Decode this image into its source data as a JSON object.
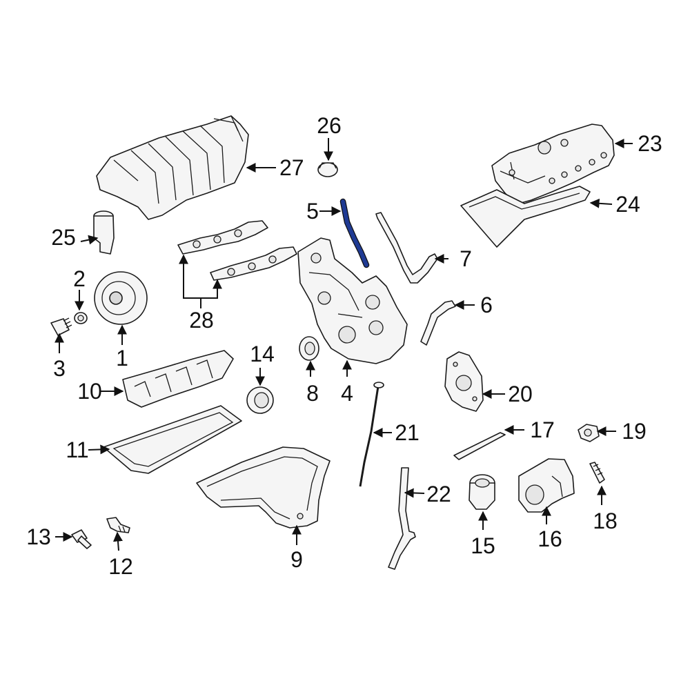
{
  "diagram": {
    "highlighted_part": "5",
    "callouts": {
      "c1": "1",
      "c2": "2",
      "c3": "3",
      "c4": "4",
      "c5": "5",
      "c6": "6",
      "c7": "7",
      "c8": "8",
      "c9": "9",
      "c10": "10",
      "c11": "11",
      "c12": "12",
      "c13": "13",
      "c14": "14",
      "c15": "15",
      "c16": "16",
      "c17": "17",
      "c18": "18",
      "c19": "19",
      "c20": "20",
      "c21": "21",
      "c22": "22",
      "c23": "23",
      "c24": "24",
      "c25": "25",
      "c26": "26",
      "c27": "27",
      "c28": "28"
    },
    "colors": {
      "highlight": "#1f3a93",
      "line": "#1a1a1a",
      "background": "#ffffff"
    }
  }
}
